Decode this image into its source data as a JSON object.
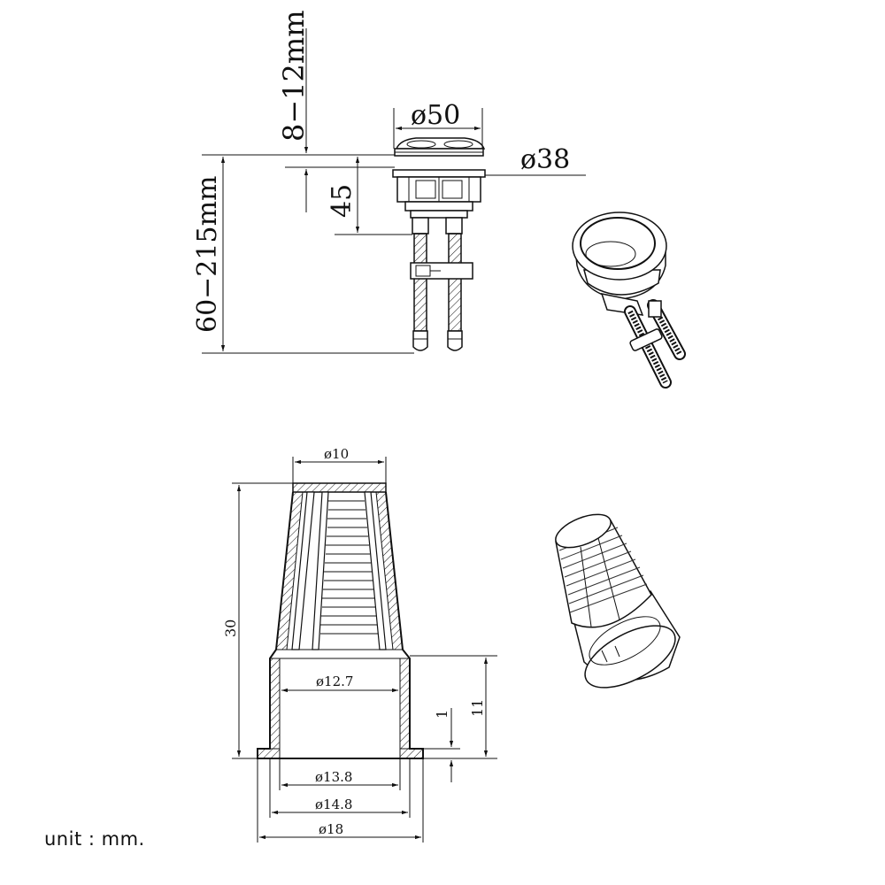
{
  "top_drawing": {
    "dim_button_thickness": "8−12mm",
    "dim_button_diameter": "ø50",
    "dim_hole_diameter": "ø38",
    "dim_depth": "45",
    "dim_panel_range": "60−215mm"
  },
  "filter_drawing": {
    "dim_tip_diameter": "ø10",
    "dim_height": "30",
    "dim_inner_diameter": "ø12.7",
    "dim_outer_diameter": "ø13.8",
    "dim_sleeve_diameter": "ø14.8",
    "dim_flange_diameter": "ø18",
    "dim_sleeve_height": "11",
    "dim_flange_thickness": "1"
  },
  "unit_label": "unit : mm."
}
